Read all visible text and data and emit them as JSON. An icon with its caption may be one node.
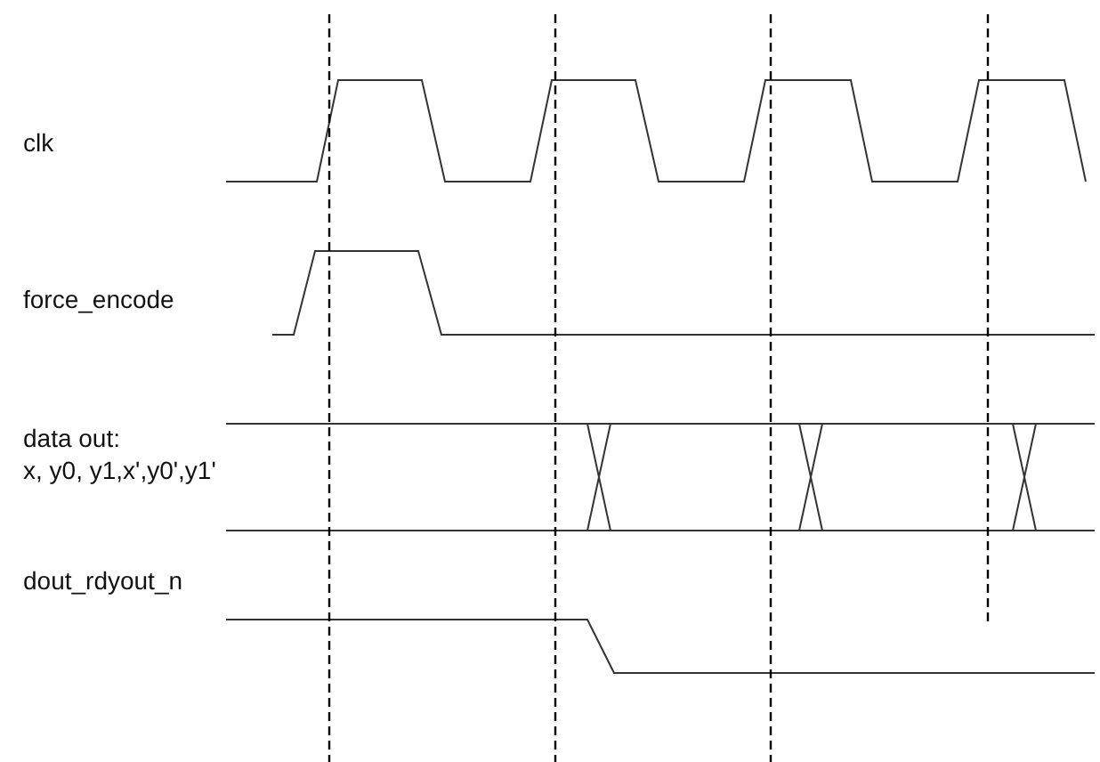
{
  "diagram": {
    "labels": [
      "clk",
      "force_encode",
      "data out:",
      "x, y0, y1,x',y0',y1'",
      "dout_rdyout_n"
    ]
  }
}
